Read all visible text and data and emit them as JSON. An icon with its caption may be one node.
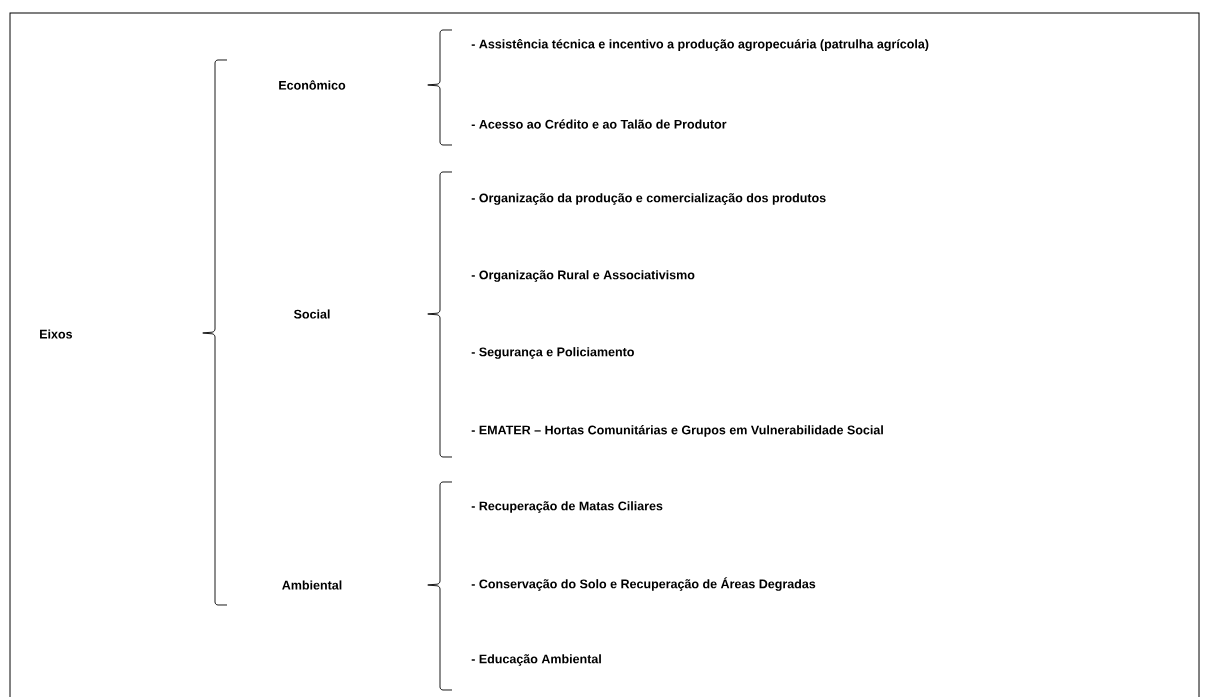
{
  "diagram": {
    "labels": [
      "Eixos",
      "Econômico",
      "- Assistência técnica e incentivo a produção agropecuária (patrulha agrícola)",
      "- Acesso ao Crédito e ao Talão de Produtor",
      "Social",
      "- Organização da produção e comercialização dos produtos",
      "- Organização Rural e Associativismo",
      "- Segurança e Policiamento",
      "- EMATER – Hortas Comunitárias e Grupos em Vulnerabilidade Social",
      "Ambiental",
      "- Recuperação de Matas Ciliares",
      "- Conservação do Solo e Recuperação de Áreas Degradas",
      "- Educação Ambiental"
    ]
  }
}
